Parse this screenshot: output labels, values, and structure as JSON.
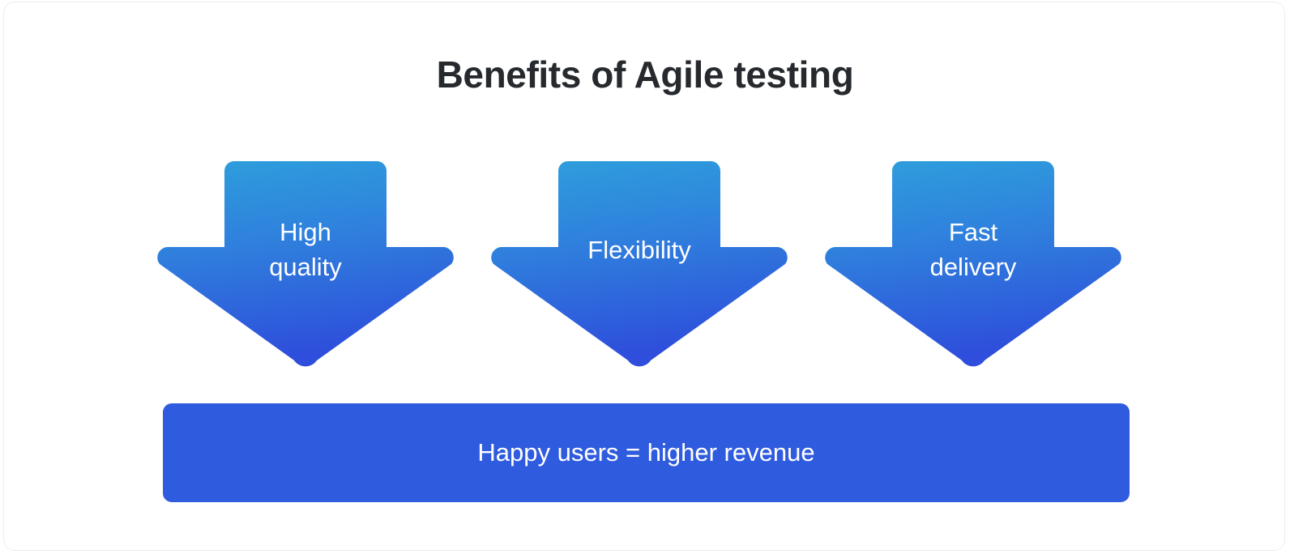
{
  "figure": {
    "title": "Benefits of Agile testing",
    "title_color": "#262a2e",
    "background_color": "#ffffff",
    "border_color": "#ebedef"
  },
  "arrows": [
    {
      "label": "High\nquality",
      "lines": 2,
      "icon": "down-arrow-icon",
      "gradient_from": "#2ea0dc",
      "gradient_to": "#2e4edb"
    },
    {
      "label": "Flexibility",
      "lines": 1,
      "icon": "down-arrow-icon",
      "gradient_from": "#2ea0dc",
      "gradient_to": "#2e4edb"
    },
    {
      "label": "Fast\ndelivery",
      "lines": 2,
      "icon": "down-arrow-icon",
      "gradient_from": "#2ea0dc",
      "gradient_to": "#2e4edb"
    }
  ],
  "banner": {
    "label": "Happy users = higher revenue",
    "background_color": "#2f5bde",
    "text_color": "#ffffff"
  },
  "chart_data": {
    "type": "diagram",
    "title": "Benefits of Agile testing",
    "shape": "three down-arrows converging into one outcome banner",
    "nodes": [
      "High quality",
      "Flexibility",
      "Fast delivery"
    ],
    "outcome": "Happy users = higher revenue"
  }
}
